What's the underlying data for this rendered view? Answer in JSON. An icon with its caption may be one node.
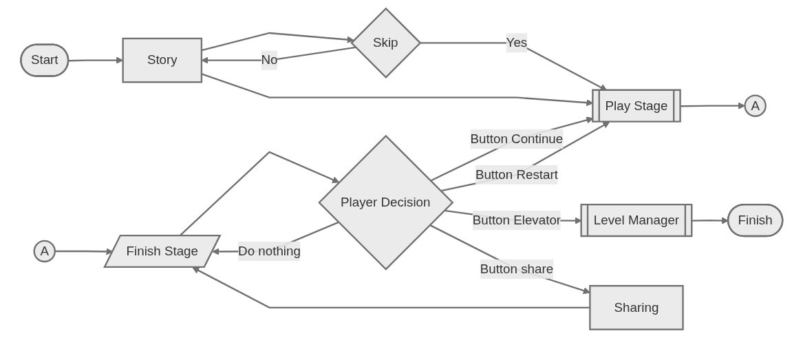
{
  "diagram": {
    "nodes": [
      {
        "text": [
          "Start"
        ]
      },
      {
        "text": [
          "Story"
        ]
      },
      {
        "text": [
          "Skip"
        ]
      },
      {
        "text": [
          "Play Stage"
        ]
      },
      {
        "text": [
          "A"
        ]
      },
      {
        "text": [
          "A"
        ]
      },
      {
        "text": [
          "Finish Stage"
        ]
      },
      {
        "text": [
          "Player Decision"
        ]
      },
      {
        "text": [
          "Level Manager"
        ]
      },
      {
        "text": [
          "Sharing"
        ]
      },
      {
        "text": [
          "Finish"
        ]
      }
    ],
    "edges": [
      {
        "from": 0,
        "to": 1,
        "arrow": "to"
      },
      {
        "from": 1,
        "to": 2,
        "arrow": "to"
      },
      {
        "from": 2,
        "to": 3,
        "arrow": "to",
        "label": "Yes"
      },
      {
        "from": 2,
        "to": 1,
        "arrow": "to",
        "label": "No"
      },
      {
        "from": 1,
        "to": 3,
        "arrow": "to"
      },
      {
        "from": 3,
        "to": 4,
        "arrow": "to"
      },
      {
        "from": 5,
        "to": 6,
        "arrow": "to"
      },
      {
        "from": 6,
        "to": 7,
        "arrow": "to"
      },
      {
        "from": 7,
        "to": 3,
        "arrow": "to",
        "label": "Button Continue"
      },
      {
        "from": 7,
        "to": 3,
        "arrow": "to",
        "label": "Button Restart"
      },
      {
        "from": 7,
        "to": 8,
        "arrow": "to",
        "label": "Button Elevator"
      },
      {
        "from": 7,
        "to": 9,
        "arrow": "to",
        "label": "Button share"
      },
      {
        "from": 7,
        "to": 6,
        "arrow": "to",
        "label": "Do nothing"
      },
      {
        "from": 9,
        "to": 6,
        "arrow": "to"
      },
      {
        "from": 8,
        "to": 10,
        "arrow": "to"
      }
    ]
  }
}
